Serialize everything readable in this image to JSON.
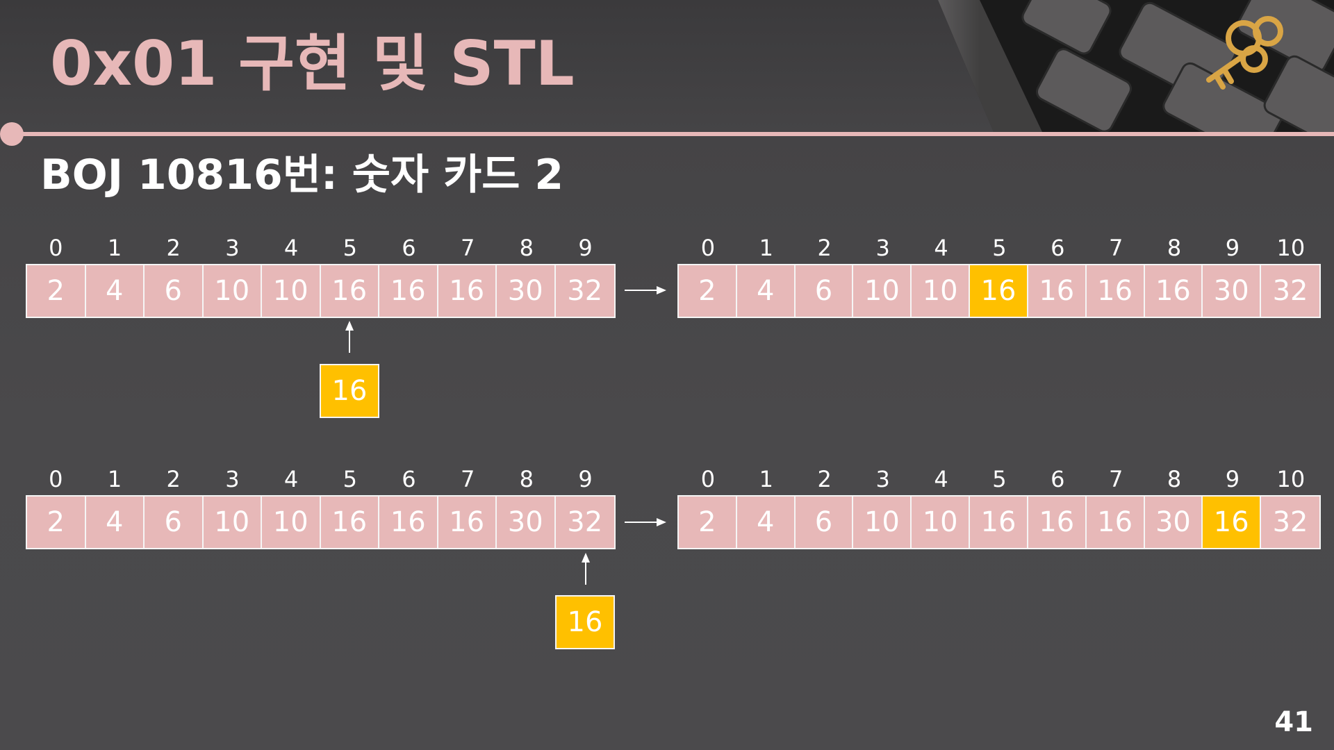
{
  "slide": {
    "title": "0x01  구현 및 STL",
    "subtitle": "BOJ 10816번: 숫자 카드 2",
    "page_number": "41"
  },
  "colors": {
    "accent_pink": "#e7b8b8",
    "highlight_yellow": "#ffc000",
    "background": "#4a494b"
  },
  "examples": [
    {
      "before": {
        "indices": [
          "0",
          "1",
          "2",
          "3",
          "4",
          "5",
          "6",
          "7",
          "8",
          "9"
        ],
        "values": [
          "2",
          "4",
          "6",
          "10",
          "10",
          "16",
          "16",
          "16",
          "30",
          "32"
        ]
      },
      "insert_value": "16",
      "insert_at": 5,
      "after": {
        "indices": [
          "0",
          "1",
          "2",
          "3",
          "4",
          "5",
          "6",
          "7",
          "8",
          "9",
          "10"
        ],
        "values": [
          "2",
          "4",
          "6",
          "10",
          "10",
          "16",
          "16",
          "16",
          "16",
          "30",
          "32"
        ],
        "highlight_index": 5
      }
    },
    {
      "before": {
        "indices": [
          "0",
          "1",
          "2",
          "3",
          "4",
          "5",
          "6",
          "7",
          "8",
          "9"
        ],
        "values": [
          "2",
          "4",
          "6",
          "10",
          "10",
          "16",
          "16",
          "16",
          "30",
          "32"
        ]
      },
      "insert_value": "16",
      "insert_at": 9,
      "after": {
        "indices": [
          "0",
          "1",
          "2",
          "3",
          "4",
          "5",
          "6",
          "7",
          "8",
          "9",
          "10"
        ],
        "values": [
          "2",
          "4",
          "6",
          "10",
          "10",
          "16",
          "16",
          "16",
          "30",
          "16",
          "32"
        ],
        "highlight_index": 9
      }
    }
  ]
}
